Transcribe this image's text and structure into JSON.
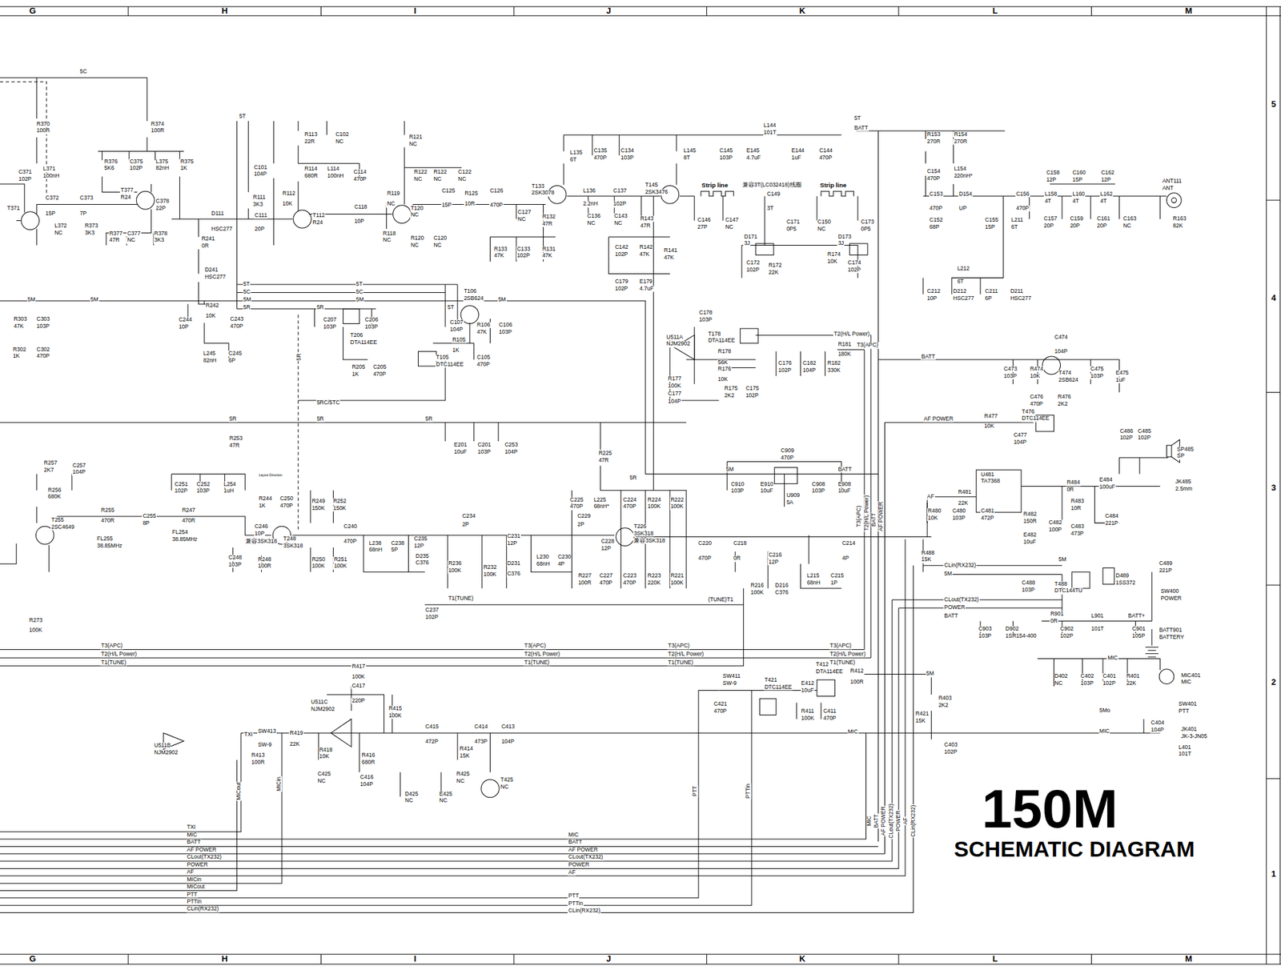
{
  "diagram": {
    "title": "150M",
    "labels": [
      "G",
      "H",
      "I",
      "J",
      "K",
      "L",
      "M",
      "G",
      "H",
      "I",
      "J",
      "K",
      "L",
      "M",
      "5",
      "4",
      "3",
      "2",
      "1",
      "5C",
      "R370",
      "100R",
      "C371",
      "102P",
      "L371",
      "100nH",
      "R374",
      "100R",
      "R376",
      "5K6",
      "C375",
      "102P",
      "L375",
      "82nH",
      "R375",
      "1K",
      "T377",
      "R24",
      "C372",
      "15P",
      "C373",
      "7P",
      "T371",
      "L372",
      "NC",
      "R373",
      "3K3",
      "R377",
      "47R",
      "C377",
      "NC",
      "R378",
      "3K3",
      "C378",
      "22P",
      "D111",
      "HSC277",
      "R241",
      "0R",
      "D241",
      "HSC277",
      "5T",
      "R113",
      "22R",
      "C102",
      "NC",
      "R121",
      "NC",
      "C101",
      "104P",
      "R114",
      "680R",
      "L114",
      "100nH",
      "C114",
      "470P",
      "R122",
      "NC",
      "R122",
      "NC",
      "C122",
      "NC",
      "R111",
      "3K3",
      "R112",
      "10K",
      "C111",
      "20P",
      "T112",
      "R24",
      "C118",
      "10P",
      "R119",
      "NC",
      "T120",
      "NC",
      "R118",
      "NC",
      "R120",
      "NC",
      "C120",
      "NC",
      "C125",
      "15P",
      "R125",
      "10R",
      "C126",
      "470P",
      "C127",
      "NC",
      "T133",
      "2SK3078",
      "L135",
      "6T",
      "C135",
      "470P",
      "C134",
      "103P",
      "L145",
      "8T",
      "T145",
      "2SK3476",
      "L136",
      "2.2nH",
      "C137",
      "102P",
      "R132",
      "47R",
      "C136",
      "NC",
      "C143",
      "NC",
      "R143",
      "47R",
      "R133",
      "47K",
      "C133",
      "102P",
      "R131",
      "47K",
      "C142",
      "102P",
      "R142",
      "47K",
      "R141",
      "47K",
      "C179",
      "102P",
      "E179",
      "4.7uF",
      "L144",
      "101T",
      "5T",
      "BATT",
      "C145",
      "103P",
      "E145",
      "4.7uF",
      "E144",
      "1uF",
      "C144",
      "470P",
      "Strip line",
      "兼容3T(LC032418)线圈",
      "Strip line",
      "C149",
      "3T",
      "C146",
      "27P",
      "C147",
      "NC",
      "C171",
      "0P5",
      "C150",
      "NC",
      "C173",
      "0P5",
      "D171",
      "3J",
      "D173",
      "3J",
      "C172",
      "102P",
      "R172",
      "22K",
      "R174",
      "10K",
      "C174",
      "102P",
      "R153",
      "270R",
      "R154",
      "270R",
      "C154",
      "470P",
      "L154",
      "220nH*",
      "C153",
      "470P",
      "D154",
      "UP",
      "C156",
      "470P",
      "C152",
      "68P",
      "C155",
      "15P",
      "L211",
      "6T",
      "C158",
      "12P",
      "C160",
      "15P",
      "C162",
      "12P",
      "L158",
      "4T",
      "L160",
      "4T",
      "L162",
      "4T",
      "ANT111",
      "ANT",
      "C157",
      "20P",
      "C159",
      "20P",
      "C161",
      "20P",
      "C163",
      "NC",
      "R163",
      "82K",
      "L212",
      "6T",
      "C212",
      "10P",
      "D212",
      "HSC277",
      "C211",
      "6P",
      "D211",
      "HSC277",
      "5M",
      "5M",
      "R303",
      "47K",
      "C303",
      "103P",
      "R302",
      "1K",
      "C302",
      "470P",
      "5T",
      "5C",
      "5M",
      "5T",
      "5C",
      "5M",
      "5R",
      "5R",
      "R242",
      "10K",
      "C243",
      "470P",
      "C244",
      "10P",
      "C207",
      "103P",
      "C206",
      "103P",
      "T206",
      "DTA114EE",
      "T106",
      "2SB624",
      "5M",
      "5T",
      "C107",
      "104P",
      "R106",
      "47K",
      "C106",
      "103P",
      "R105",
      "1K",
      "T105",
      "DTC114EE",
      "C105",
      "470P",
      "L245",
      "82nH",
      "C245",
      "6P",
      "R205",
      "1K",
      "C205",
      "470P",
      "5R",
      "5RC/5TC",
      "C178",
      "103P",
      "T178",
      "DTA114EE",
      "U511A",
      "NJM2902",
      "R178",
      "56K",
      "R177",
      "100K",
      "R176",
      "10K",
      "C177",
      "104P",
      "R175",
      "2K2",
      "C175",
      "102P",
      "C176",
      "102P",
      "C182",
      "104P",
      "R182",
      "330K",
      "T2(H/L Power)",
      "R181",
      "180K",
      "T3(APC)",
      "BATT",
      "C474",
      "104P",
      "T474",
      "2SB624",
      "C473",
      "103P",
      "R474",
      "10K",
      "C475",
      "103P",
      "E475",
      "1uF",
      "C476",
      "470P",
      "R476",
      "2K2",
      "AF POWER",
      "R477",
      "10K",
      "T476",
      "DTC114EE",
      "C477",
      "104P",
      "5R",
      "5R",
      "5R",
      "R253",
      "47R",
      "E201",
      "10uF",
      "C201",
      "103P",
      "C253",
      "104P",
      "R225",
      "47R",
      "5R",
      "R257",
      "2K7",
      "C257",
      "104P",
      "C251",
      "102P",
      "C252",
      "103P",
      "L254",
      "1uH",
      "R256",
      "680K",
      "Layout Direction",
      "R249",
      "150K",
      "R252",
      "150K",
      "R244",
      "1K",
      "C250",
      "470P",
      "T255",
      "2SC4649",
      "R255",
      "470R",
      "C255",
      "8P",
      "R247",
      "470R",
      "FL255",
      "38.85MHz",
      "FL254",
      "38.85MHz",
      "C246",
      "10P",
      "兼容3SK318",
      "T248",
      "3SK318",
      "C248",
      "103P",
      "R248",
      "100R",
      "R250",
      "100K",
      "R251",
      "100K",
      "C240",
      "470P",
      "C225",
      "470P",
      "L225",
      "68nH*",
      "C224",
      "470P",
      "R224",
      "100K",
      "R222",
      "100K",
      "C234",
      "2P",
      "C229",
      "2P",
      "C235",
      "12P",
      "L238",
      "68nH",
      "C238",
      "5P",
      "D235",
      "C376",
      "C231",
      "12P",
      "R236",
      "100K",
      "R232",
      "100K",
      "D231",
      "C376",
      "L230",
      "68nH",
      "C230",
      "4P",
      "C228",
      "12P",
      "T226",
      "3SK318",
      "兼容3SK318",
      "R227",
      "100R",
      "C227",
      "470P",
      "C223",
      "470P",
      "R223",
      "220K",
      "R221",
      "100K",
      "T1(TUNE)",
      "C237",
      "102P",
      "C220",
      "470P",
      "C218",
      "0R",
      "C216",
      "12P",
      "C214",
      "4P",
      "L215",
      "68nH",
      "C215",
      "1P",
      "R216",
      "100K",
      "D216",
      "C376",
      "(TUNE)T1",
      "C909",
      "470P",
      "5M",
      "BATT",
      "C910",
      "103P",
      "E910",
      "10uF",
      "C908",
      "103P",
      "E908",
      "10uF",
      "U909",
      "5A",
      "T3(APC)",
      "T2(H/L Power)",
      "BATT",
      "AF POWER",
      "AF",
      "R481",
      "22K",
      "C480",
      "103P",
      "R480",
      "10K",
      "C481",
      "472P",
      "U481",
      "TA7368",
      "R484",
      "0R",
      "E484",
      "100uF",
      "R483",
      "10R",
      "C486",
      "102P",
      "C485",
      "102P",
      "SP485",
      "SP",
      "JK485",
      "2.5mm",
      "R482",
      "150R",
      "C482",
      "100P",
      "E482",
      "10uF",
      "C483",
      "473P",
      "C484",
      "221P",
      "R488",
      "15K",
      "C489",
      "221P",
      "CLin(RX232)",
      "5M",
      "5M",
      "C488",
      "103P",
      "T488",
      "DTC144TU",
      "D489",
      "1SS372",
      "SW400",
      "POWER",
      "CLout(TX232)",
      "POWER",
      "BATT",
      "R901",
      "0R",
      "L901",
      "101T",
      "BATT+",
      "C903",
      "103P",
      "D902",
      "1SR154-400",
      "C902",
      "102P",
      "C901",
      "105P",
      "BATT901",
      "BATTERY",
      "R273",
      "100K",
      "T3(APC)",
      "T2(H/L Power)",
      "T1(TUNE)",
      "T3(APC)",
      "T2(H/L Power)",
      "T1(TUNE)",
      "T3(APC)",
      "T2(H/L Power)",
      "T1(TUNE)",
      "T3(APC)",
      "T2(H/L Power)",
      "T1(TUNE)",
      "SW411",
      "SW-9",
      "C421",
      "470P",
      "T421",
      "DTC114EE",
      "T412",
      "DTA114EE",
      "E412",
      "10uF",
      "R412",
      "100R",
      "5M",
      "R403",
      "2K2",
      "R421",
      "15K",
      "R411",
      "100K",
      "C411",
      "470P",
      "MIC",
      "D402",
      "NC",
      "C402",
      "103P",
      "C401",
      "102P",
      "R401",
      "22K",
      "MIC401",
      "MIC",
      "SW401",
      "PTT",
      "5Mo",
      "MIC",
      "C404",
      "104P",
      "JK401",
      "JK-3-JN05",
      "C403",
      "102P",
      "L401",
      "101T",
      "MIC",
      "PTT",
      "PTTin",
      "U511B",
      "NJM2902",
      "R417",
      "100K",
      "C417",
      "220P",
      "R415",
      "100K",
      "U511C",
      "NJM2902",
      "TXI",
      "SW413",
      "SW-9",
      "R419",
      "22K",
      "R413",
      "100R",
      "R418",
      "10K",
      "R416",
      "680R",
      "C415",
      "472P",
      "C414",
      "473P",
      "C413",
      "104P",
      "R414",
      "15K",
      "C425",
      "NC",
      "C416",
      "104P",
      "R425",
      "NC",
      "T425",
      "NC",
      "D425",
      "NC",
      "E425",
      "NC",
      "MICout",
      "MICin",
      "TXI",
      "MIC",
      "BATT",
      "AF POWER",
      "CLout(TX232)",
      "POWER",
      "AF",
      "MICin",
      "MICout",
      "PTT",
      "PTTin",
      "CLin(RX232)",
      "MIC",
      "BATT",
      "AF POWER",
      "CLout(TX232)",
      "POWER",
      "AF",
      "PTT",
      "PTTin",
      "CLin(RX232)",
      "MIC",
      "BATT",
      "AF POWER",
      "CLout(TX232)",
      "POWER",
      "AF",
      "CLin(RX232)",
      "SCHEMATIC DIAGRAM"
    ]
  }
}
